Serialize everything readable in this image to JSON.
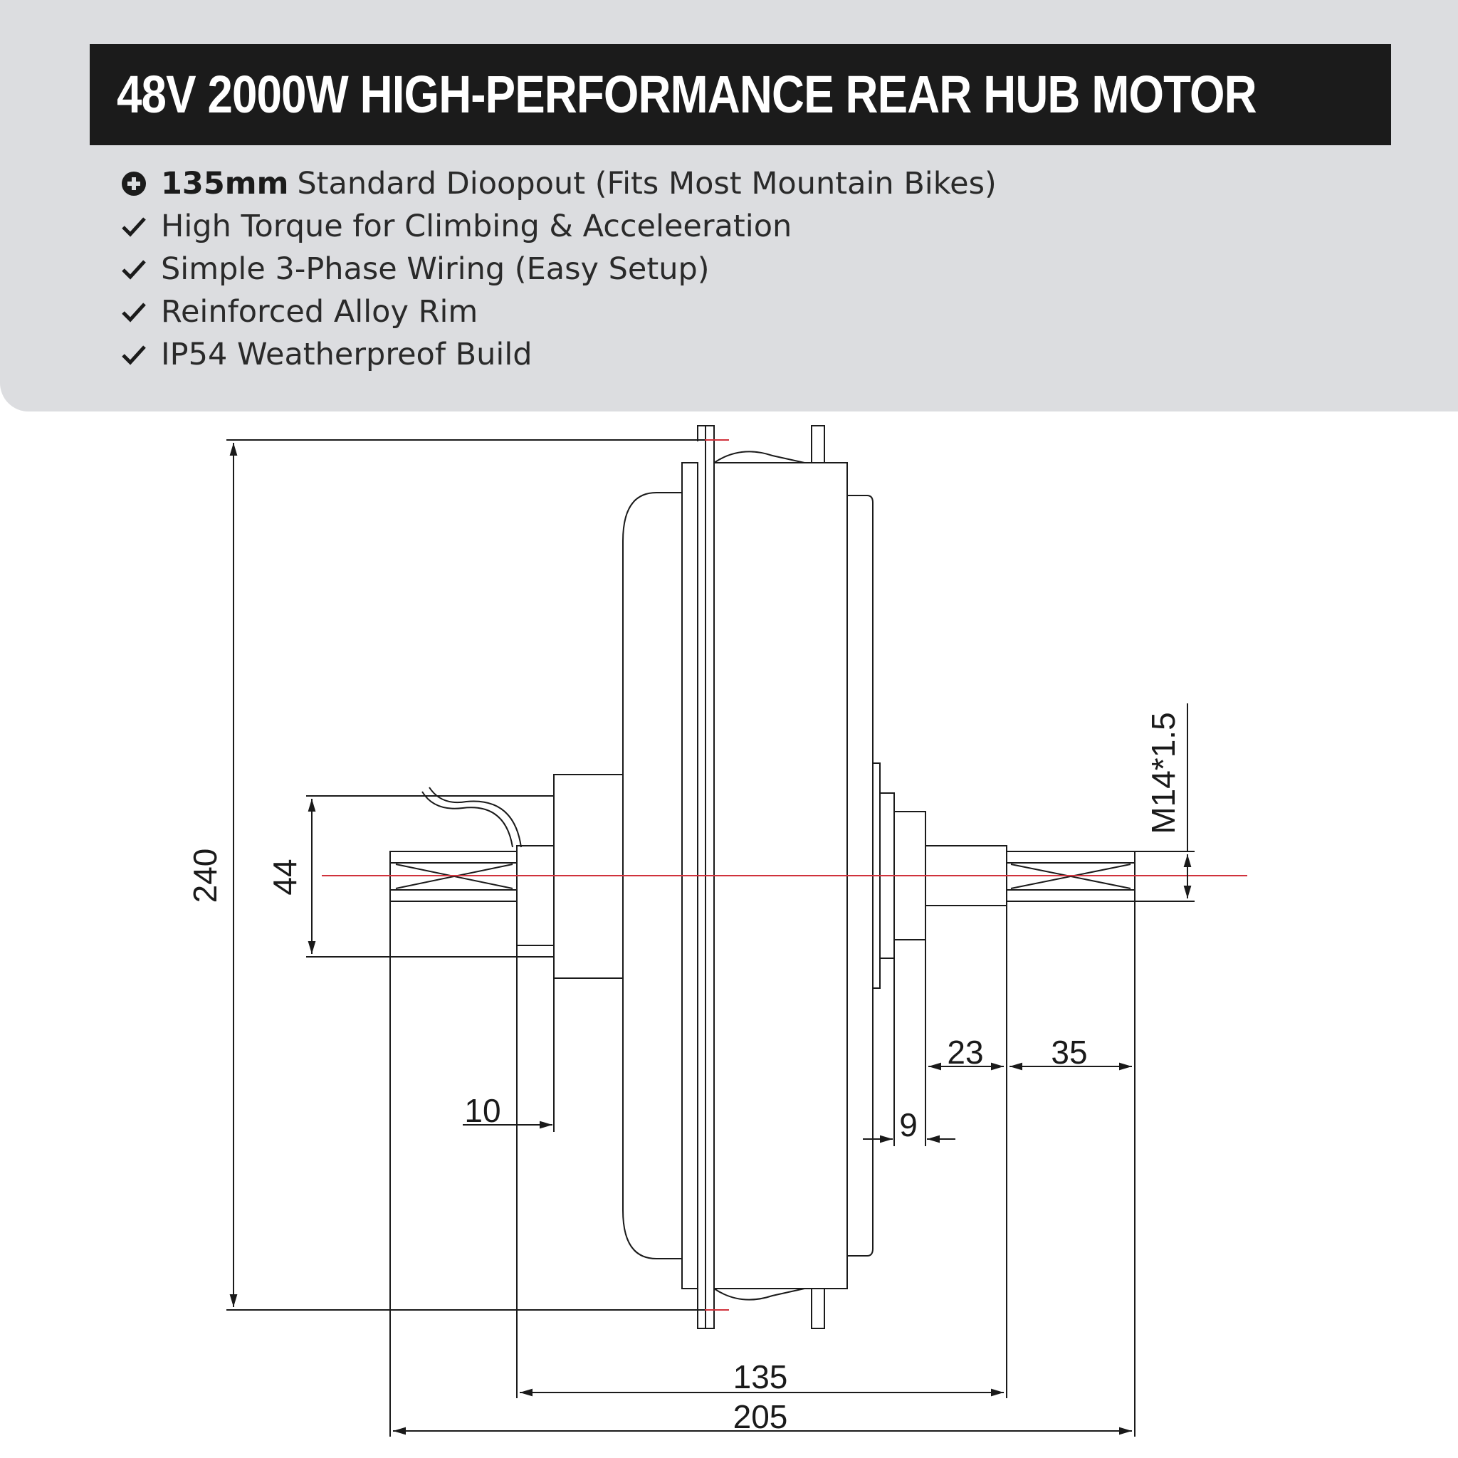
{
  "header": {
    "title": "48V 2000W HIGH-PERFORMANCE REAR HUB MOTOR"
  },
  "features": [
    {
      "icon": "plus-circle-icon",
      "bold": "135mm",
      "text": "Standard Dioopout (Fits Most Mountain Bikes)"
    },
    {
      "icon": "check-icon",
      "bold": "",
      "text": "High Torque for Climbing & Acceleeration"
    },
    {
      "icon": "check-icon",
      "bold": "",
      "text": "Simple 3-Phase Wiring (Easy Setup)"
    },
    {
      "icon": "check-icon",
      "bold": "",
      "text": "Reinforced Alloy Rim"
    },
    {
      "icon": "check-icon",
      "bold": "",
      "text": "IP54 Weatherpreof Build"
    }
  ],
  "drawing": {
    "dimensions": {
      "height": "240",
      "flange": "44",
      "thread": "M14*1.5",
      "dim_10": "10",
      "dim_9": "9",
      "dim_23": "23",
      "dim_35": "35",
      "dropout": "135",
      "overall": "205"
    },
    "colors": {
      "line": "#1a1a1a",
      "centerline": "#d0323c",
      "panel": "#dcdde0",
      "title_bar": "#1b1b1b"
    }
  }
}
